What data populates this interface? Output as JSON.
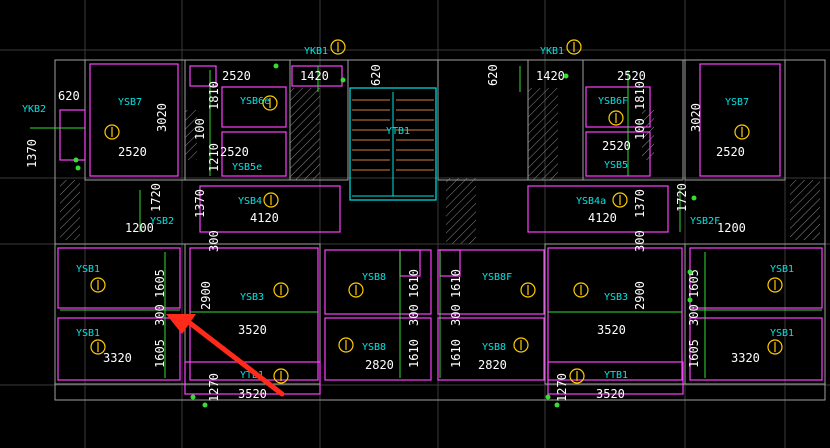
{
  "colors": {
    "background": "#000000",
    "slab_outline": "#ff40ff",
    "rebar_line": "#33dd33",
    "label_text": "#00e5e5",
    "dimension_text": "#ffffff",
    "marker": "#ffcc00",
    "arrow": "#ff2a1a"
  },
  "marker_icon": "slab-rebar-marker-icon",
  "annotation_icon": "red-arrow-icon",
  "labels": {
    "ykb1_left": "YKB1",
    "ykb1_right": "YKB1",
    "ykb2": "YKB2",
    "ysb7_left": "YSB7",
    "ysb7_right": "YSB7",
    "ysb6e": "YSB6e",
    "ysb6f": "YSB6F",
    "ysb5e": "YSB5e",
    "ysb5": "YSB5",
    "ytb1_stair": "YTB1",
    "ysb4": "YSB4",
    "ysb4a": "YSB4a",
    "ysb2": "YSB2",
    "ysb2f": "YSB2F",
    "ysb1_l1": "YSB1",
    "ysb1_l2": "YSB1",
    "ysb1_r1": "YSB1",
    "ysb1_r2": "YSB1",
    "ysb3_left": "YSB3",
    "ysb3_right": "YSB3",
    "ysb8_l1": "YSB8",
    "ysb8_l2": "YSB8",
    "ysb8f": "YSB8F",
    "ysb8_r2": "YSB8",
    "ytb1_left": "YTB1",
    "ytb1_right": "YTB1"
  },
  "dims": {
    "d1420_l": "1420",
    "d620_l": "620",
    "d2520_tl": "2520",
    "d620_r": "620",
    "d1420_r": "1420",
    "d2520_tr": "2520",
    "d620_far": "620",
    "d1370_l": "1370",
    "d3020_l": "3020",
    "d1810": "1810",
    "d100_l": "100",
    "d1210": "1210",
    "d2520_ml": "2520",
    "d2520_ml2": "2520",
    "d1810_r": "1810",
    "d100_r": "100",
    "d2520_mr": "2520",
    "d3020_r": "3020",
    "d2520_mr2": "2520",
    "d1720_l": "1720",
    "d1370_l2": "1370",
    "d4120_l": "4120",
    "d1200_l": "1200",
    "d4120_r": "4120",
    "d1370_r": "1370",
    "d1720_r": "1720",
    "d1200_r": "1200",
    "d300_l": "300",
    "d300_r": "300",
    "d1605_l1": "1605",
    "d300_l2": "300",
    "d1605_l2": "1605",
    "d3320_l": "3320",
    "d2900_l": "2900",
    "d3520_l": "3520",
    "d1610_a": "1610",
    "d300_a": "300",
    "d1610_b": "1610",
    "d2820_l": "2820",
    "d1610_c": "1610",
    "d300_c": "300",
    "d1610_d": "1610",
    "d2820_r": "2820",
    "d2900_r": "2900",
    "d3520_r": "3520",
    "d1605_r1": "1605",
    "d300_r2": "300",
    "d1605_r2": "1605",
    "d3320_r": "3320",
    "d1270_l": "1270",
    "d3520_bl": "3520",
    "d1270_r": "1270",
    "d3520_br": "3520"
  }
}
